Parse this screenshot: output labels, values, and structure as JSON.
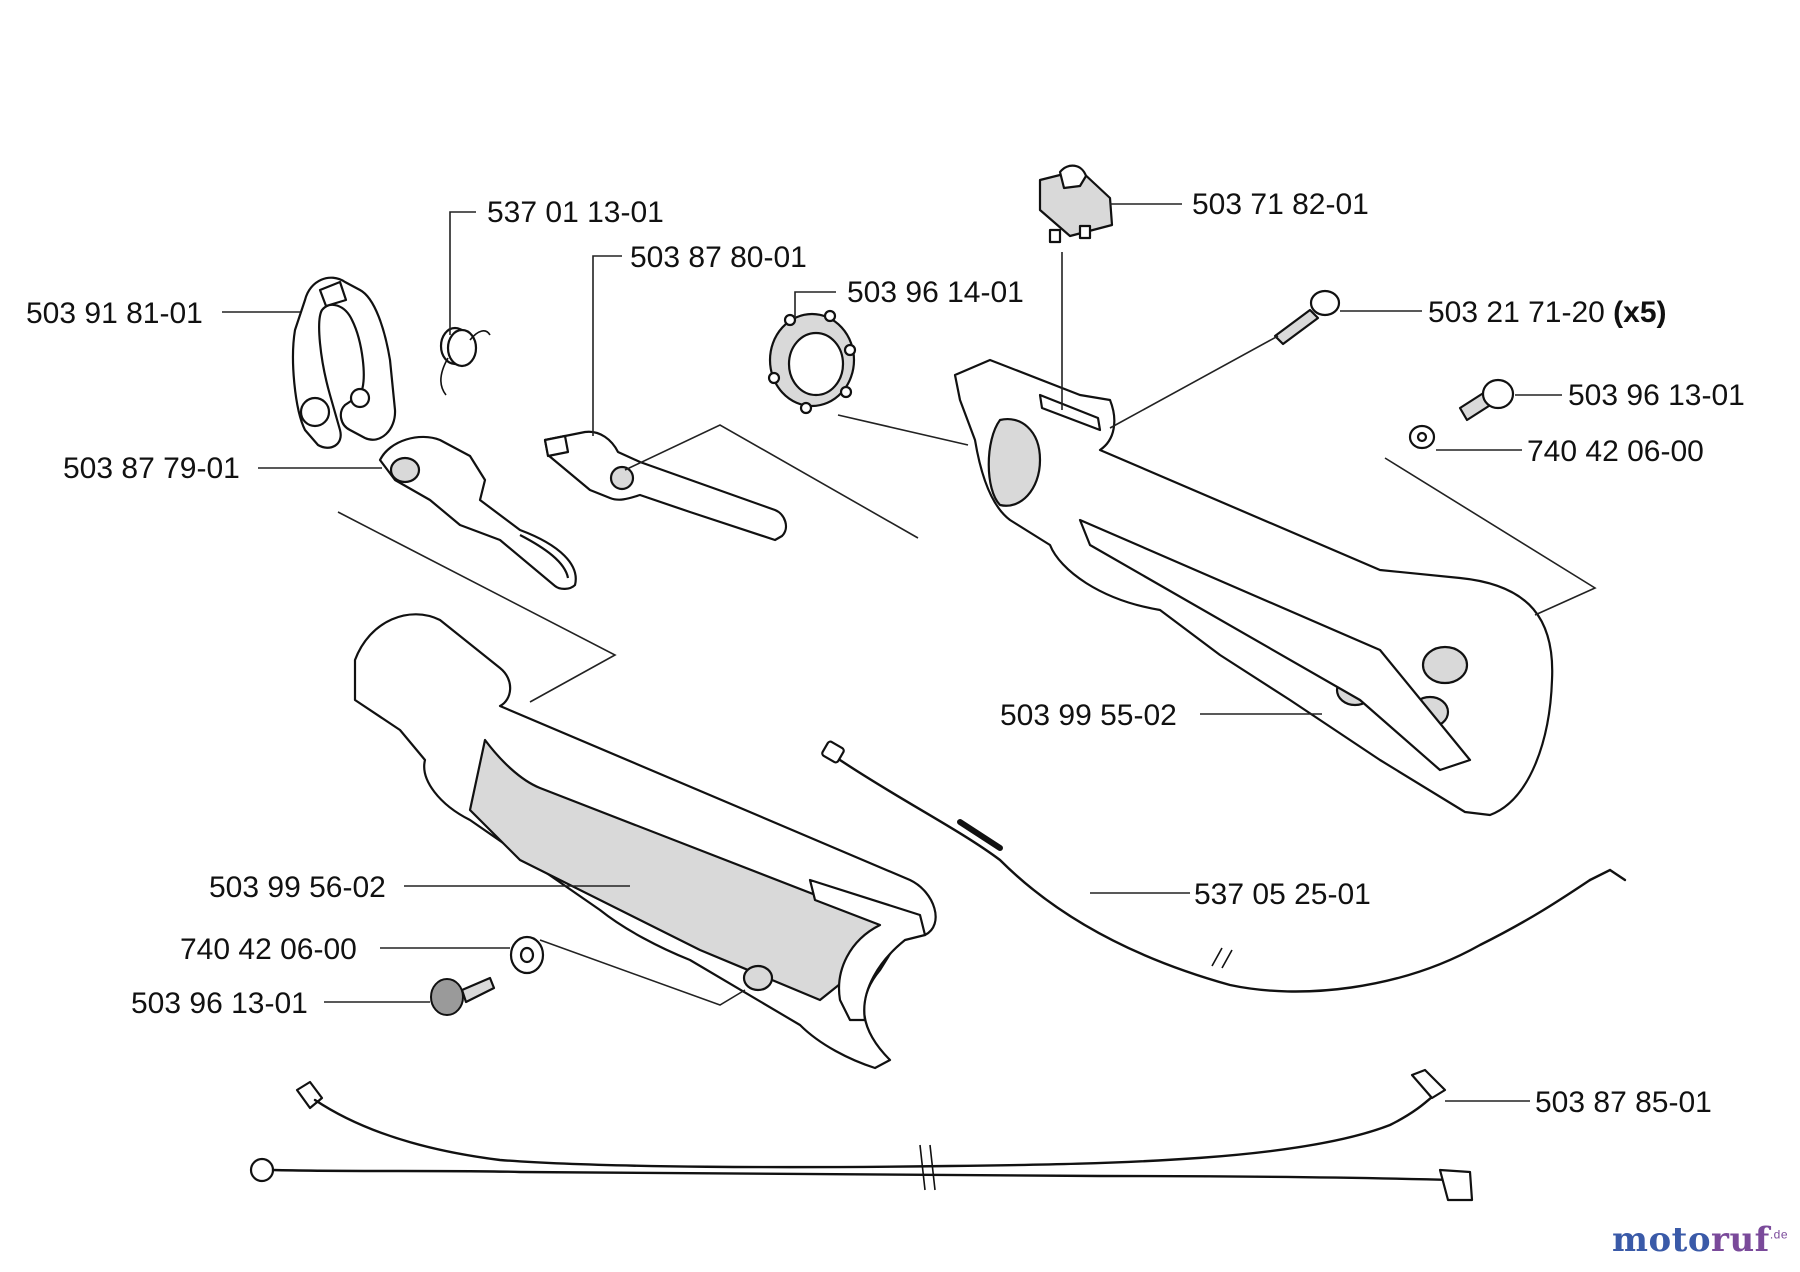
{
  "diagram": {
    "labels": [
      {
        "id": "p1",
        "text": "503 91 81-01"
      },
      {
        "id": "p2",
        "text": "537 01 13-01"
      },
      {
        "id": "p3",
        "text": "503 87 80-01"
      },
      {
        "id": "p4",
        "text": "503 96 14-01"
      },
      {
        "id": "p5",
        "text": "503 71 82-01"
      },
      {
        "id": "p6",
        "text": "503 21 71-20",
        "qty": "(x5)"
      },
      {
        "id": "p7",
        "text": "503 96 13-01"
      },
      {
        "id": "p8",
        "text": "740 42 06-00"
      },
      {
        "id": "p9",
        "text": "503 87 79-01"
      },
      {
        "id": "p10",
        "text": "503 99 55-02"
      },
      {
        "id": "p11",
        "text": "503 99 56-02"
      },
      {
        "id": "p12",
        "text": "537 05 25-01"
      },
      {
        "id": "p13",
        "text": "740 42 06-00"
      },
      {
        "id": "p14",
        "text": "503 96 13-01"
      },
      {
        "id": "p15",
        "text": "503 87 85-01"
      }
    ]
  },
  "watermark": {
    "brand_a": "moto",
    "brand_b": "ruf",
    "suffix": ".de",
    "color_a": "#3a5aa8",
    "color_b": "#7a4a9a"
  }
}
